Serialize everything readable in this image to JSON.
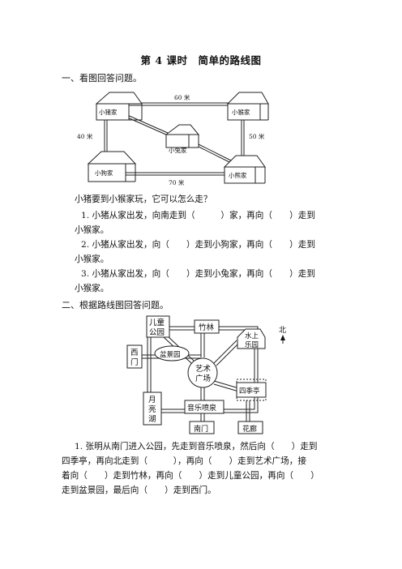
{
  "title": "第 4 课时　简单的路线图",
  "section1": {
    "heading": "一、看图回答问题。",
    "map": {
      "house_pig": "小猪家",
      "house_monkey": "小猴家",
      "house_rabbit": "小兔家",
      "house_bear": "小熊家",
      "house_dog": "小狗家",
      "dist_top": "60 米",
      "dist_left": "40 米",
      "dist_right": "50 米",
      "dist_bottom": "70 米"
    },
    "question": "小猪要到小猴家玩，它可以怎么走？",
    "q1_line1": "1. 小猪从家出发，向南走到（　　　）家，再向（　　）走到",
    "q1_line2": "小猴家。",
    "q2_line1": "2. 小猪从家出发，向（　　）走到小狗家，再向（　　）走到",
    "q2_line2": "小猴家。",
    "q3_line1": "3. 小猪从家出发，向（　　）走到小兔家，再向（　　）走到",
    "q3_line2": "小猴家。"
  },
  "section2": {
    "heading": "二、根据路线图回答问题。",
    "map": {
      "children_park_1": "儿童",
      "children_park_2": "公园",
      "bamboo": "竹林",
      "water_park_1": "水上",
      "water_park_2": "乐园",
      "north": "北",
      "west_gate_1": "西",
      "west_gate_2": "门",
      "bonsai": "盆景园",
      "art_square_1": "艺术",
      "art_square_2": "广场",
      "pavilion": "四季亭",
      "moon_lake_1": "月",
      "moon_lake_2": "亮",
      "moon_lake_3": "湖",
      "fountain": "音乐喷泉",
      "south_gate": "南门",
      "flower_corridor": "花廊"
    },
    "p_line1": "1. 张明从南门进入公园，先走到音乐喷泉，然后向（　　）走到",
    "p_line2": "四季亭，再向北走到（　　　），再向（　　）走到艺术广场，接",
    "p_line3": "着向（　　）走到竹林，再向（　　）走到儿童公园，再向（　　）",
    "p_line4": "走到盆景园，最后向（　　）走到西门。"
  }
}
